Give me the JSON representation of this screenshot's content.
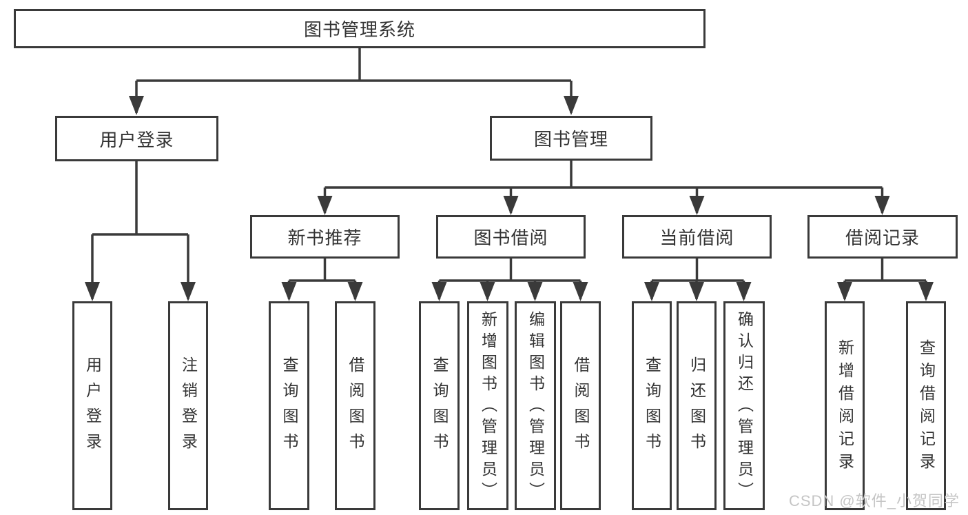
{
  "diagram": {
    "root": {
      "label": "图书管理系统"
    },
    "branches": [
      {
        "label": "用户登录",
        "children": [
          "用户登录",
          "注销登录"
        ]
      },
      {
        "label": "图书管理",
        "children": [
          {
            "label": "新书推荐",
            "children": [
              "查询图书",
              "借阅图书"
            ]
          },
          {
            "label": "图书借阅",
            "children": [
              "查询图书",
              "新增图书（管理员）",
              "编辑图书（管理员）",
              "借阅图书"
            ]
          },
          {
            "label": "当前借阅",
            "children": [
              "查询图书",
              "归还图书",
              "确认归还（管理员）"
            ]
          },
          {
            "label": "借阅记录",
            "children": [
              "新增借阅记录",
              "查询借阅记录"
            ]
          }
        ]
      }
    ]
  },
  "watermark": {
    "text": "CSDN @软件_小贺同学"
  },
  "colors": {
    "line": "#3a3a3a",
    "text": "#333333",
    "background": "#ffffff",
    "watermark": "#c5c5c5"
  }
}
